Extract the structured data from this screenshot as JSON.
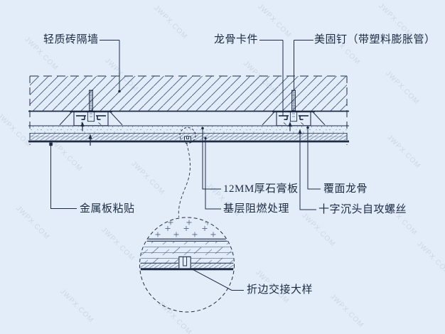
{
  "drawing": {
    "labels": {
      "wall": "轻质砖隔墙",
      "keel_clip": "龙骨卡件",
      "nail": "美固钉（带塑料膨胀管）",
      "gypsum": "12MM厚石膏板",
      "facing_keel": "覆面龙骨",
      "base_fire": "基层阻燃处理",
      "screw": "十字沉头自攻螺丝",
      "metal_paste": "金属板粘贴",
      "detail": "折边交接大样"
    },
    "colors": {
      "background": "#e3edf9",
      "line": "#1d2b45",
      "hatch": "#43547a",
      "watermark": "#b6c4da"
    }
  },
  "watermark": {
    "text": "JWPX.COM"
  }
}
